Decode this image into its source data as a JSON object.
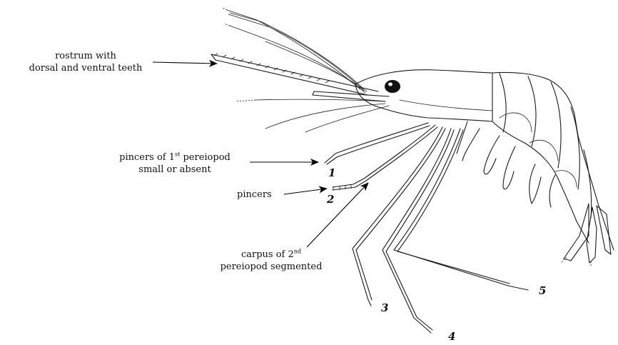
{
  "labels": {
    "rostrum": {
      "line1": "rostrum with",
      "line2": "dorsal and ventral teeth"
    },
    "pincers_first": {
      "line1_pre": "pincers of 1",
      "line1_sup": "st",
      "line1_post": " pereiopod",
      "line2": "small or absent"
    },
    "pincers": "pincers",
    "carpus": {
      "line1_pre": "carpus of 2",
      "line1_sup": "nd",
      "line2": "pereiopod segmented"
    }
  },
  "pereiopod_numbers": [
    "1",
    "2",
    "3",
    "4",
    "5"
  ]
}
